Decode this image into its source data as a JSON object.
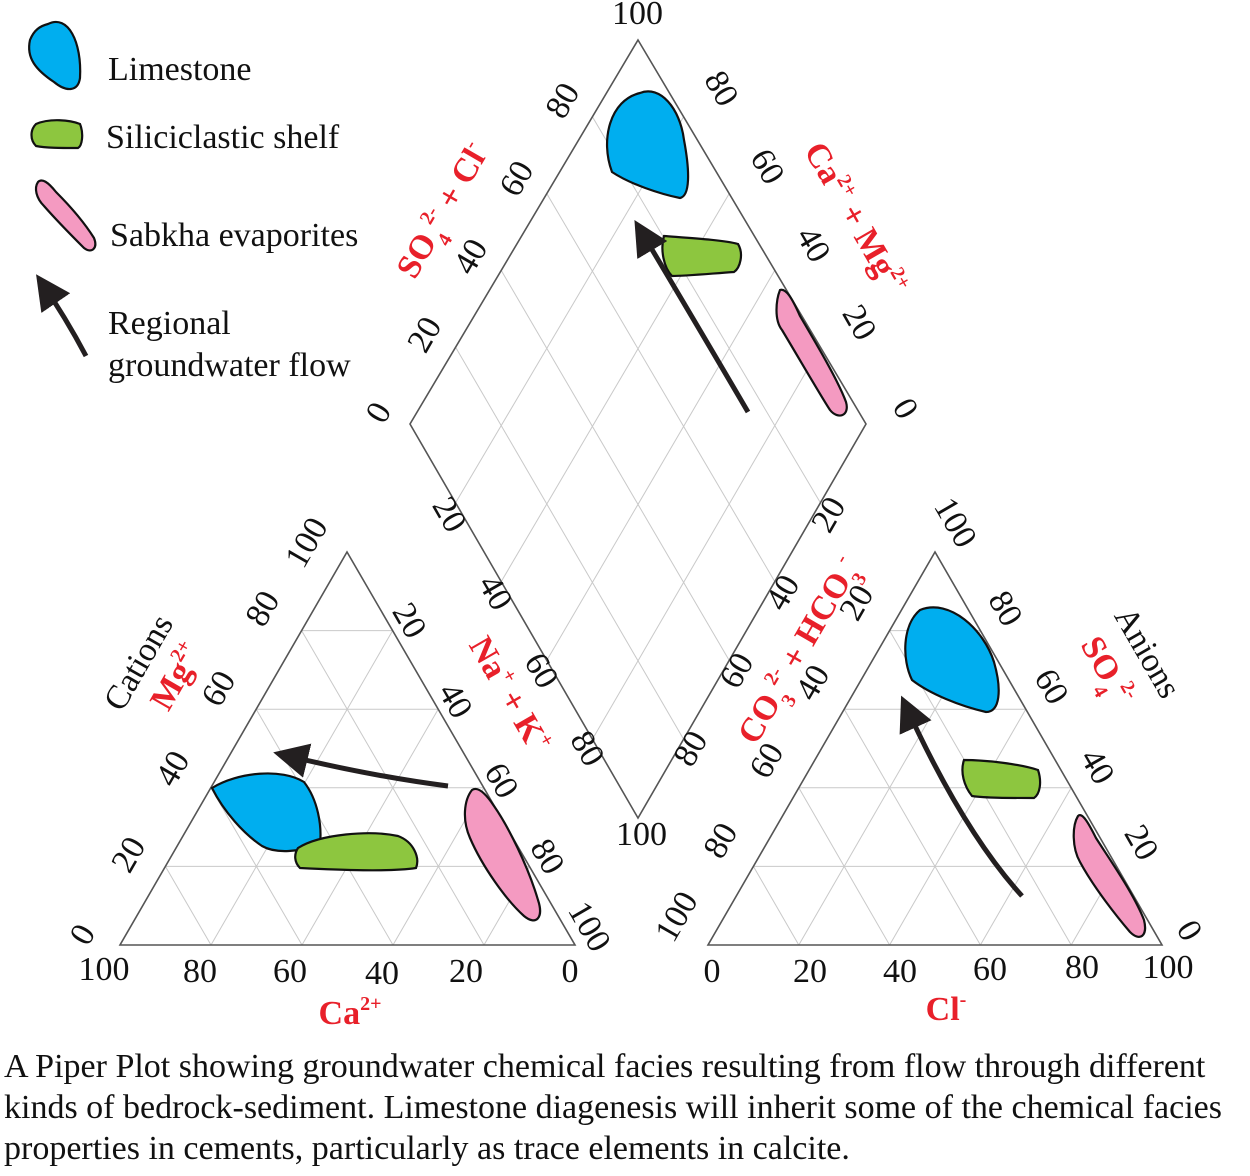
{
  "legend": {
    "limestone": "Limestone",
    "siliciclastic": "Siliciclastic shelf",
    "sabkha": "Sabkha evaporites",
    "flow_line1": "Regional",
    "flow_line2": "groundwater flow"
  },
  "colors": {
    "limestone": "#00aeef",
    "siliciclastic": "#8dc63f",
    "sabkha": "#f49ac1",
    "axis_label": "#e8202a",
    "arrow": "#231f20"
  },
  "cation_triangle": {
    "title": "Cations",
    "mg_label": "Mg",
    "mg_sup": "2+",
    "na_label": "Na",
    "na_sup": "+",
    "plus": "+",
    "k_label": "K",
    "k_sup": "+",
    "ca_label": "Ca",
    "ca_sup": "2+",
    "bottom_ticks": [
      "100",
      "80",
      "60",
      "40",
      "20",
      "0"
    ],
    "left_ticks": [
      "0",
      "20",
      "40",
      "60",
      "80",
      "100"
    ],
    "right_ticks": [
      "20",
      "40",
      "60",
      "80",
      "100"
    ]
  },
  "anion_triangle": {
    "title": "Anions",
    "so4_label": "SO",
    "so4_sub": "4",
    "so4_sup": "2-",
    "co3_label": "CO",
    "co3_sub": "3",
    "co3_sup": "2-",
    "plus": "+",
    "hco3_label": "HCO",
    "hco3_sub": "3",
    "hco3_sup": "-",
    "cl_label": "Cl",
    "cl_sup": "-",
    "bottom_ticks": [
      "0",
      "20",
      "40",
      "60",
      "80",
      "100"
    ],
    "left_ticks": [
      "100",
      "80",
      "60",
      "40",
      "20"
    ],
    "right_ticks": [
      "80",
      "60",
      "40",
      "20",
      "0"
    ],
    "top_tick": "100"
  },
  "diamond": {
    "top_tick": "100",
    "bottom_tick": "100",
    "left_label": "SO",
    "left_sub": "4",
    "left_sup": "2-",
    "left_plus": "+",
    "left_cl": "Cl",
    "left_cl_sup": "-",
    "right_label_ca": "Ca",
    "right_ca_sup": "2+",
    "right_plus": "+",
    "right_mg": "Mg",
    "right_mg_sup": "2+",
    "upper_left_ticks": [
      "0",
      "20",
      "40",
      "60",
      "80"
    ],
    "upper_right_ticks": [
      "80",
      "60",
      "40",
      "20",
      "0"
    ],
    "lower_left_ticks": [
      "20",
      "40",
      "60",
      "80"
    ],
    "lower_right_ticks": [
      "20",
      "40",
      "60",
      "80"
    ]
  },
  "caption": "A Piper Plot showing groundwater chemical facies resulting from flow through different kinds of bedrock-sediment. Limestone diagenesis will inherit some of the chemical facies properties in cements, particularly as trace elements in calcite."
}
